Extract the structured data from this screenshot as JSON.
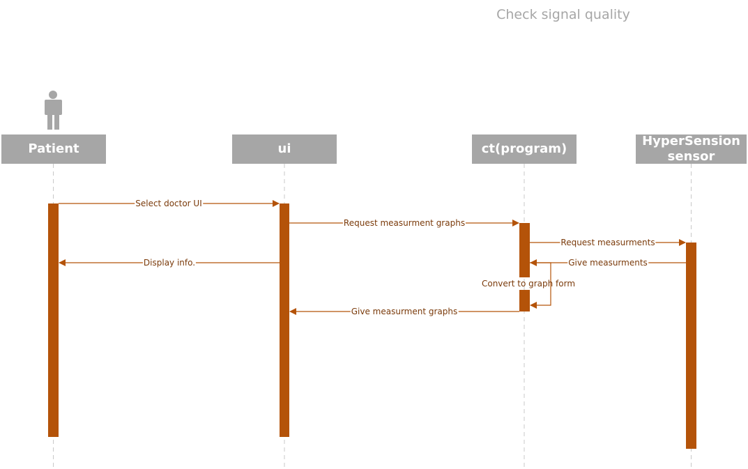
{
  "diagram": {
    "title": "Check signal quality",
    "participants": [
      {
        "id": "patient",
        "label": "Patient",
        "kind": "actor"
      },
      {
        "id": "ui",
        "label": "ui",
        "kind": "object"
      },
      {
        "id": "ct",
        "label": "ct(program)",
        "kind": "object"
      },
      {
        "id": "sensor",
        "label": "HyperSension sensor",
        "kind": "object"
      }
    ],
    "messages": [
      {
        "from": "patient",
        "to": "ui",
        "label": "Select doctor UI"
      },
      {
        "from": "ui",
        "to": "ct",
        "label": "Request measurment graphs"
      },
      {
        "from": "ct",
        "to": "sensor",
        "label": "Request measurments"
      },
      {
        "from": "sensor",
        "to": "ct",
        "label": "Give measurments"
      },
      {
        "from": "ui",
        "to": "patient",
        "label": "Display info."
      },
      {
        "from": "ct",
        "to": "ct",
        "label": "Convert to graph form"
      },
      {
        "from": "ct",
        "to": "ui",
        "label": "Give measurment graphs"
      }
    ],
    "colors": {
      "participant_fill": "#a6a6a6",
      "participant_text": "#ffffff",
      "activation": "#b45309",
      "arrow": "#b45309",
      "lifeline": "#c8c8c8",
      "label_text": "#7a3a0a",
      "title_text": "#a6a6a6"
    }
  }
}
